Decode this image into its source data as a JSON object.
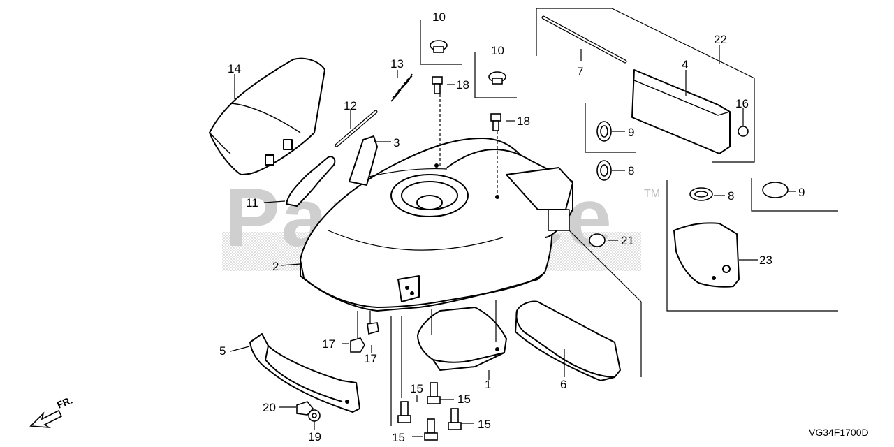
{
  "watermark": {
    "brand": "PartsTree",
    "trademark": "TM"
  },
  "diagram_code": "VG34F1700D",
  "front_indicator": "FR.",
  "callouts": [
    "1",
    "2",
    "3",
    "4",
    "5",
    "6",
    "7",
    "8",
    "8",
    "9",
    "9",
    "10",
    "10",
    "11",
    "12",
    "13",
    "14",
    "15",
    "15",
    "15",
    "15",
    "16",
    "17",
    "17",
    "18",
    "18",
    "19",
    "20",
    "21",
    "22",
    "23"
  ]
}
